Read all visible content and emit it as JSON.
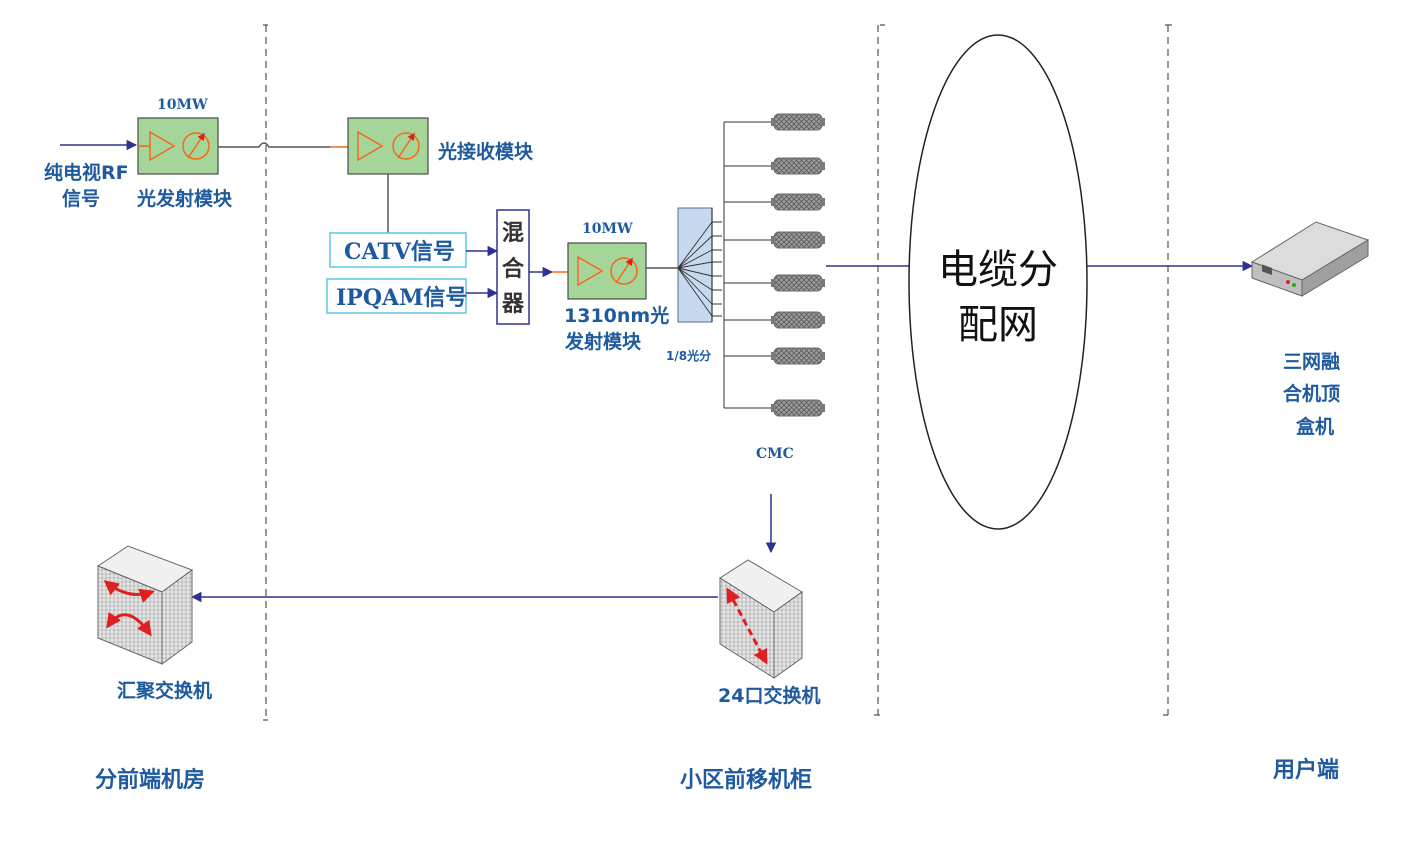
{
  "texts": {
    "rf_signal_line1": "纯电视RF",
    "rf_signal_line2": "信号",
    "power_left": "10MW",
    "optical_tx_left": "光发射模块",
    "optical_rx": "光接收模块",
    "catv_signal": "CATV信号",
    "ipqam_signal": "IPQAM信号",
    "mixer_1": "混",
    "mixer_2": "合",
    "mixer_3": "器",
    "power_mid": "10MW",
    "tx_1310_line1": "1310nm光",
    "tx_1310_line2": "发射模块",
    "splitter_ratio": "1/8光分",
    "cmc_label": "CMC",
    "cable_net_line1": "电缆分",
    "cable_net_line2": "配网",
    "stb_line1": "三网融",
    "stb_line2": "合机顶",
    "stb_line3": "盒机",
    "switch_24": "24口交换机",
    "agg_switch": "汇聚交换机",
    "zone_headend": "分前端机房",
    "zone_cabinet": "小区前移机柜",
    "zone_user": "用户端"
  },
  "colors": {
    "label": "#1f5a9e",
    "arrow": "#2e3192",
    "module_fill": "#a6d59a",
    "module_border": "#4a4a4a",
    "signal_orange": "#f26a1b",
    "signal_box_border": "#5fc6e6",
    "splitter_fill": "#c7d9ef",
    "switch_red": "#e02020"
  }
}
